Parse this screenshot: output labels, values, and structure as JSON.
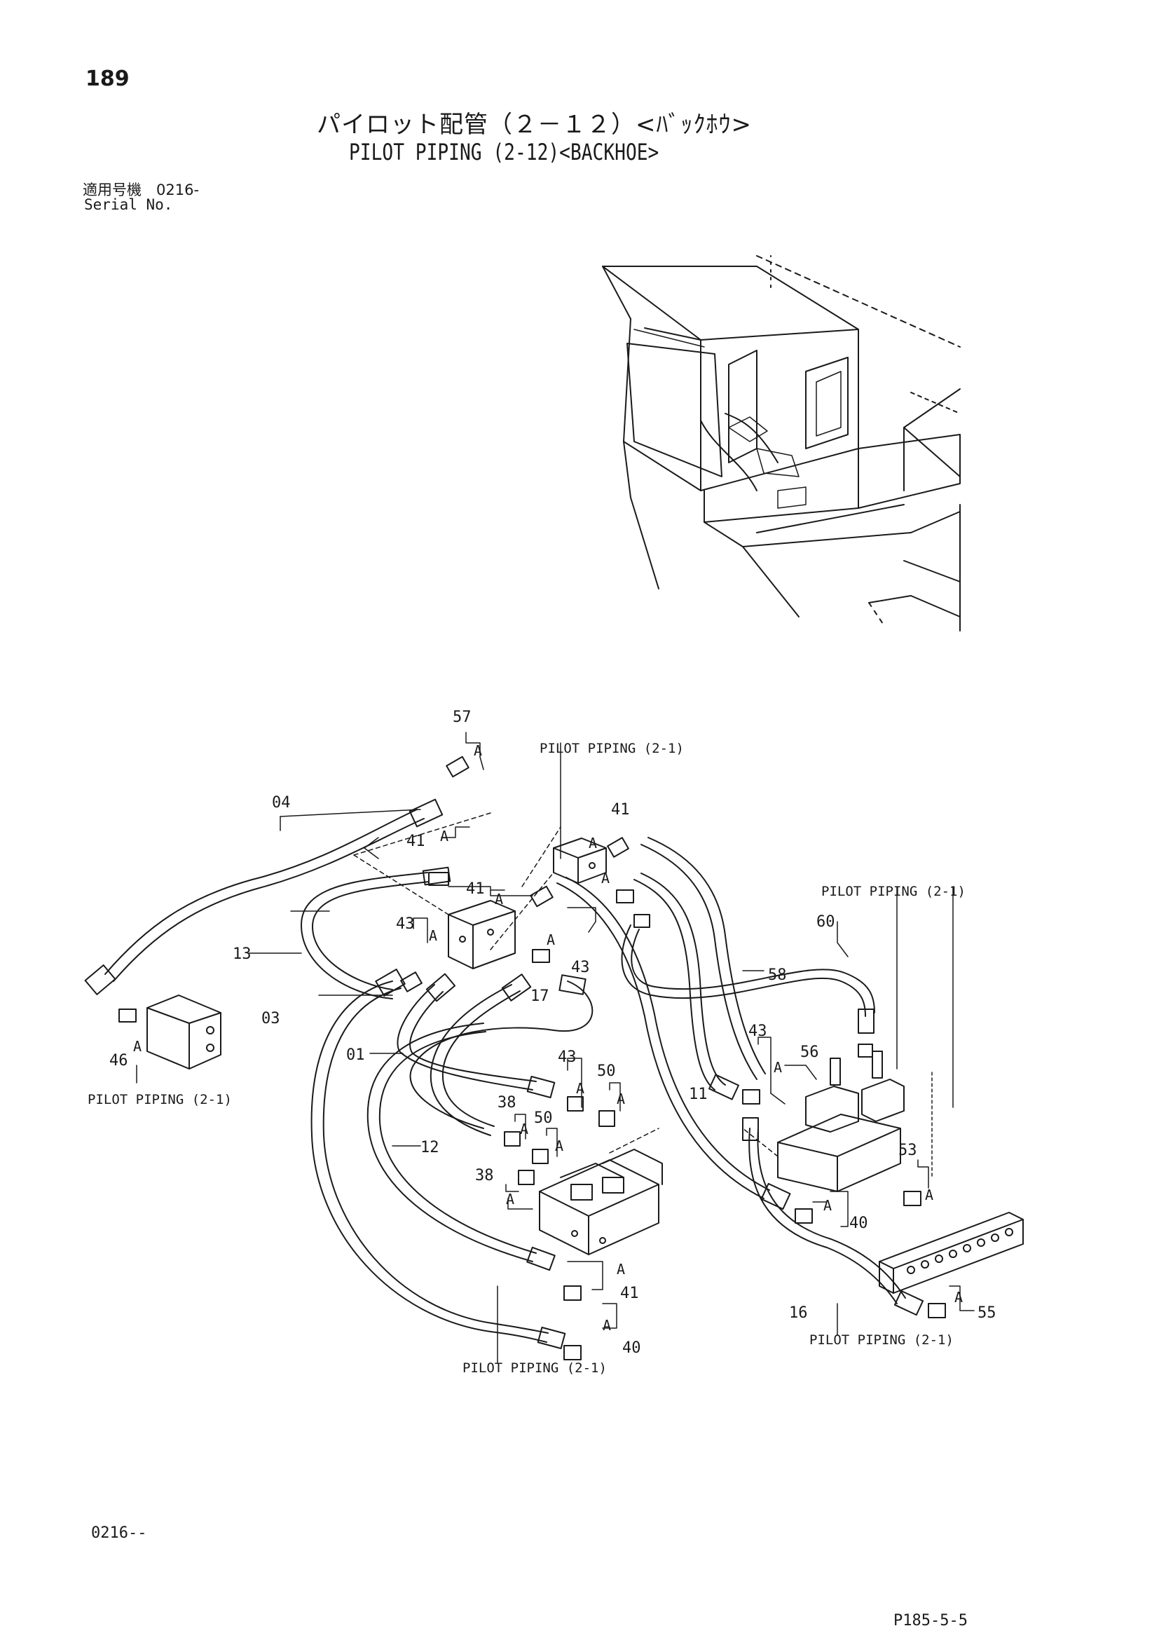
{
  "page": {
    "number": "189",
    "title_jp": "パイロット配管（２－１２）<ﾊﾞｯｸﾎｳ>",
    "title_en": "PILOT PIPING (2-12)<BACKHOE>",
    "serial_label_jp": "適用号機　0216-",
    "serial_label_en": "Serial No.",
    "footer_serial": "0216--",
    "footer_code": "P185-5-5"
  },
  "diagram": {
    "references": {
      "pilot_piping_2_1": "PILOT PIPING (2-1)"
    },
    "part_numbers": [
      "57",
      "04",
      "41",
      "41",
      "41",
      "13",
      "43",
      "43",
      "03",
      "17",
      "01",
      "43",
      "50",
      "38",
      "50",
      "38",
      "12",
      "41",
      "40",
      "11",
      "43",
      "58",
      "60",
      "56",
      "53",
      "40",
      "16",
      "55",
      "46"
    ],
    "marker": "A",
    "style": {
      "line_color": "#1a1a1a"
    }
  }
}
